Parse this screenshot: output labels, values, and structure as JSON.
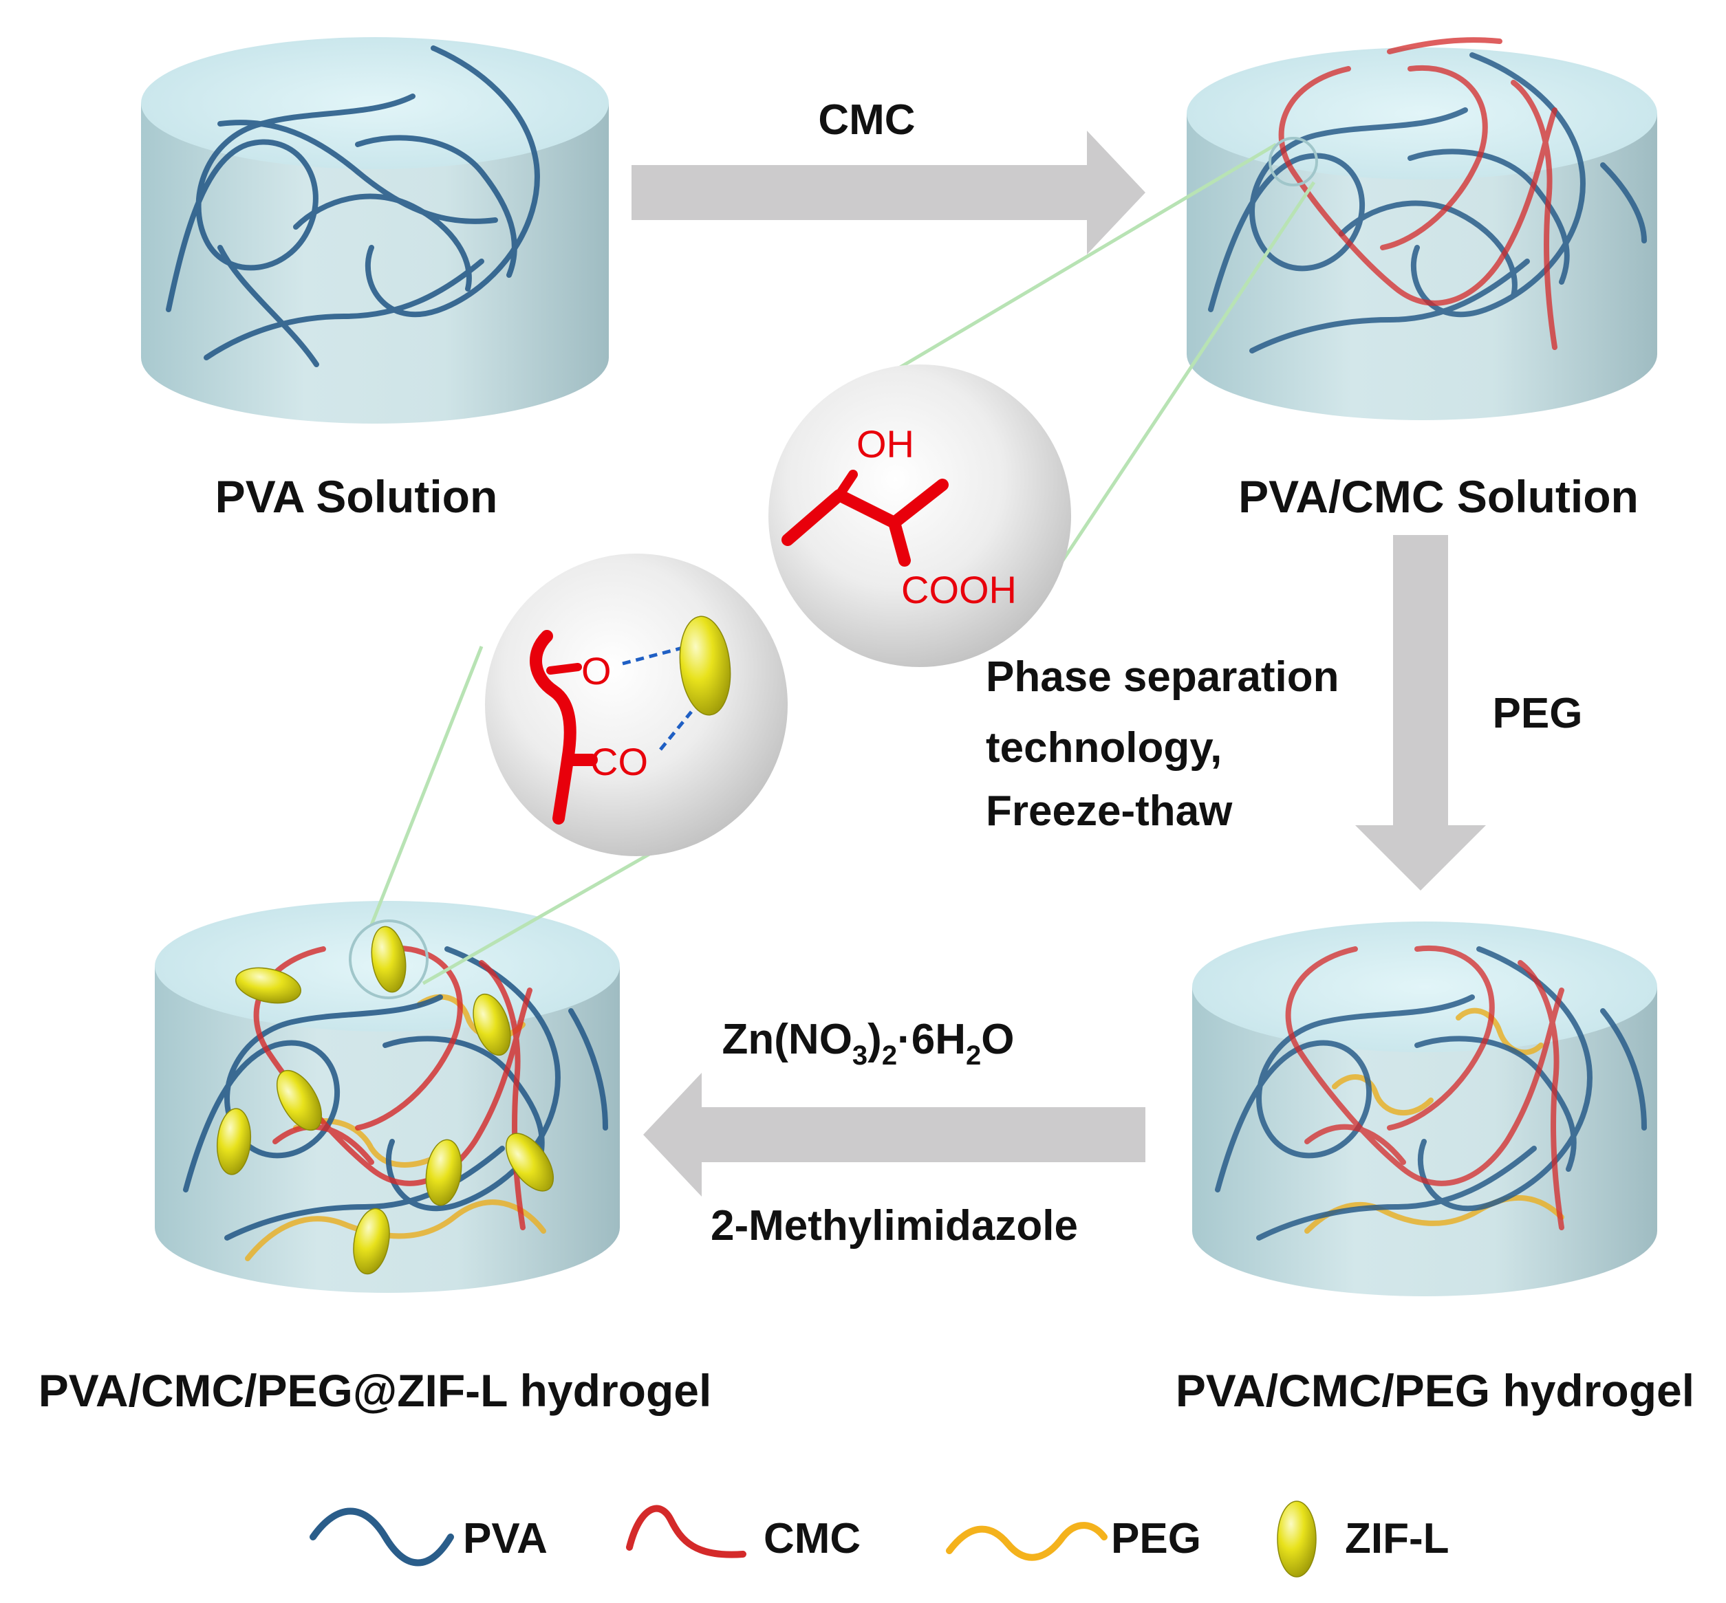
{
  "steps": {
    "pva_solution": "PVA Solution",
    "pva_cmc_solution": "PVA/CMC Solution",
    "pva_cmc_peg_hydrogel": "PVA/CMC/PEG hydrogel",
    "zif_hydrogel": "PVA/CMC/PEG@ZIF-L hydrogel"
  },
  "arrows": {
    "top": "CMC",
    "right": "PEG",
    "bottom_above": {
      "base": "Zn(NO",
      "sub1": "3",
      "mid": ")",
      "sub2": "2",
      "tail": "·6H",
      "sub3": "2",
      "end": "O"
    },
    "bottom_below": "2-Methylimidazole"
  },
  "process_note": [
    "Phase separation",
    "technology,",
    "Freeze-thaw"
  ],
  "zoom_cmc": {
    "group_top": "OH",
    "group_bottom": "COOH"
  },
  "zoom_zif": {
    "group_top": "O",
    "group_bottom": "CO"
  },
  "legend": [
    {
      "name": "PVA",
      "color": "#2a5d8a",
      "icon": "wavy-line"
    },
    {
      "name": "CMC",
      "color": "#d42a2a",
      "icon": "wavy-line"
    },
    {
      "name": "PEG",
      "color": "#f4b21c",
      "icon": "wavy-line"
    },
    {
      "name": "ZIF-L",
      "color": "#e6e21e",
      "icon": "ellipse"
    }
  ],
  "colors": {
    "pva": "#2a5d8a",
    "cmc": "#d42a2a",
    "peg": "#e8b02a",
    "zif": "#e6e21e",
    "arrow": "#cccbcc",
    "zoom_line": "#b8e3b4"
  }
}
